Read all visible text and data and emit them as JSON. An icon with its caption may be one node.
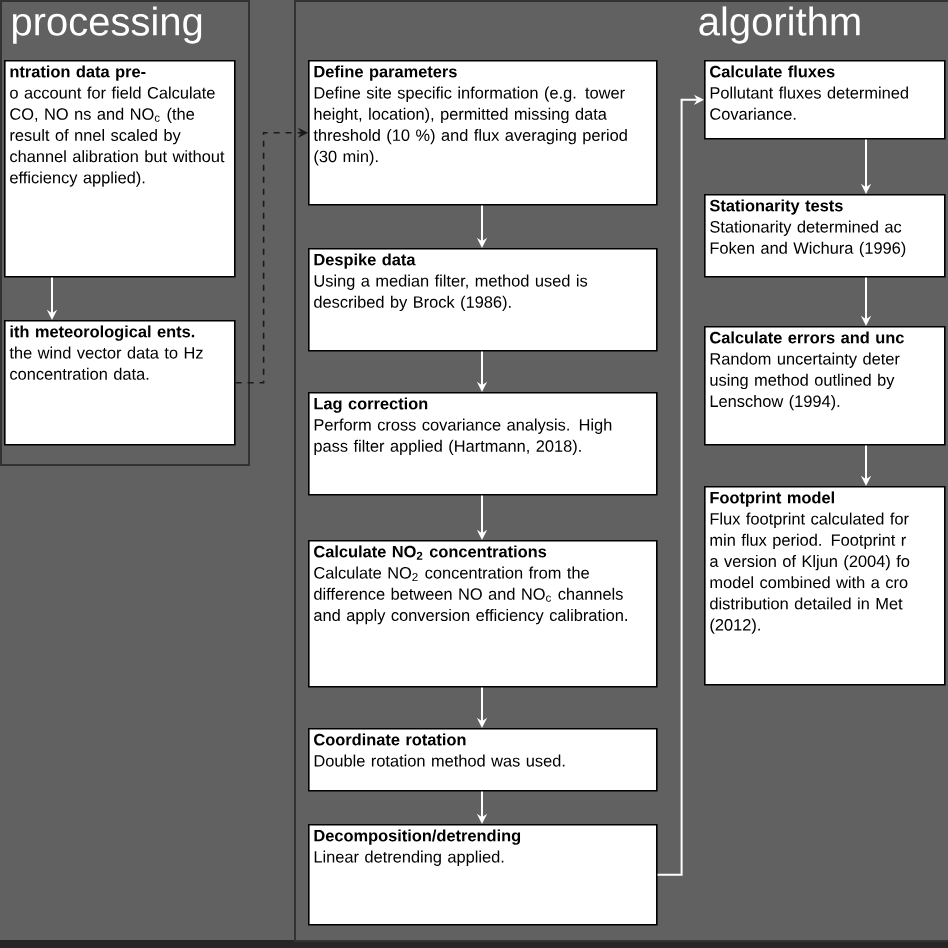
{
  "diagram": {
    "nodes": [
      {
        "text": [
          "processing"
        ]
      },
      {
        "text": [
          "ntration data pre-",
          "o account for field Calculate CO, NO ns and NO$_{c}$ (the result of nnel scaled by channel alibration but without efficiency applied)."
        ],
        "in": 0
      },
      {
        "text": [
          "ith meteorological ents.",
          "the wind vector data to Hz concentration data."
        ],
        "in": 0
      },
      {
        "text": [
          "algorithm"
        ]
      },
      {
        "text": [
          "Define parameters",
          "Define site specific information (e.g. tower height, location), permitted missing data threshold (10 %) and flux averaging period (30 min)."
        ],
        "in": 3
      },
      {
        "text": [
          "Despike data",
          "Using a median filter, method used is described by Brock (1986)."
        ],
        "in": 3
      },
      {
        "text": [
          "Lag correction",
          "Perform cross covariance analysis. High pass filter applied (Hartmann, 2018)."
        ],
        "in": 3
      },
      {
        "text": [
          "Calculate NO$_{2}$ concentrations",
          "Calculate NO$_{2}$ concentration from the difference between NO and NO$_{c}$ channels and apply conversion efficiency calibration."
        ],
        "in": 3
      },
      {
        "text": [
          "Coordinate rotation",
          "Double rotation method was used."
        ],
        "in": 3
      },
      {
        "text": [
          "Decomposition/detrending",
          "Linear detrending applied."
        ],
        "in": 3
      },
      {
        "text": [
          "Calculate fluxes",
          "Pollutant fluxes determined Covariance."
        ],
        "in": 3
      },
      {
        "text": [
          "Stationarity tests",
          "Stationarity determined ac Foken and Wichura (1996)"
        ],
        "in": 3
      },
      {
        "text": [
          "Calculate errors and unc",
          "Random uncertainty deter using method outlined by Lenschow (1994)."
        ],
        "in": 3
      },
      {
        "text": [
          "Footprint model",
          "Flux footprint calculated for min flux period. Footprint r a version of Kljun (2004) fo model combined with a cro distribution detailed in Met (2012)."
        ],
        "in": 3
      }
    ],
    "edges": [
      {
        "from": 1,
        "to": 2,
        "arrow": "to"
      },
      {
        "from": 2,
        "to": 4,
        "arrow": "to",
        "style": "dashed",
        "color": "#1a1a1a"
      },
      {
        "from": 4,
        "to": 5,
        "arrow": "to"
      },
      {
        "from": 5,
        "to": 6,
        "arrow": "to"
      },
      {
        "from": 6,
        "to": 7,
        "arrow": "to"
      },
      {
        "from": 7,
        "to": 8,
        "arrow": "to"
      },
      {
        "from": 8,
        "to": 9,
        "arrow": "to"
      },
      {
        "from": 9,
        "to": 10,
        "arrow": "to"
      },
      {
        "from": 10,
        "to": 11,
        "arrow": "to"
      },
      {
        "from": 11,
        "to": 12,
        "arrow": "to"
      },
      {
        "from": 12,
        "to": 13,
        "arrow": "to"
      }
    ]
  }
}
